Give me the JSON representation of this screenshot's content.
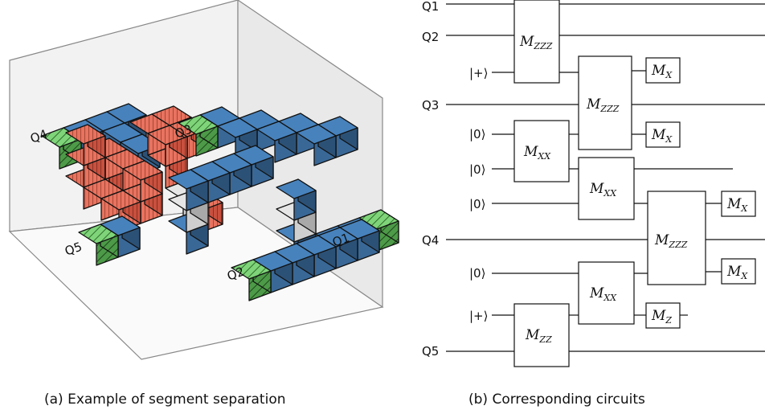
{
  "left_panel": {
    "caption": "(a) Example of segment separation",
    "qubit_labels": [
      "Q4",
      "Q3",
      "Q5",
      "Q2",
      "Q1"
    ]
  },
  "right_panel": {
    "caption": "(b) Corresponding circuits",
    "wire_labels": [
      "Q1",
      "Q2",
      "|+⟩",
      "Q3",
      "|0⟩",
      "|0⟩",
      "|0⟩",
      "Q4",
      "|0⟩",
      "|+⟩",
      "Q5"
    ],
    "gates": [
      {
        "base": "M",
        "sub": "ZZZ"
      },
      {
        "base": "M",
        "sub": "ZZZ"
      },
      {
        "base": "M",
        "sub": "XX"
      },
      {
        "base": "M",
        "sub": "XX"
      },
      {
        "base": "M",
        "sub": "ZZZ"
      },
      {
        "base": "M",
        "sub": "XX"
      },
      {
        "base": "M",
        "sub": "ZZ"
      }
    ],
    "measurements": [
      {
        "base": "M",
        "sub": "X"
      },
      {
        "base": "M",
        "sub": "X"
      },
      {
        "base": "M",
        "sub": "X"
      },
      {
        "base": "M",
        "sub": "X"
      },
      {
        "base": "M",
        "sub": "Z"
      }
    ]
  },
  "colors": {
    "blue_cube": "#3f74a8",
    "red_cube": "#e8735f",
    "green_cube": "#7fd47a",
    "grey_cube": "#cfcfcf"
  }
}
